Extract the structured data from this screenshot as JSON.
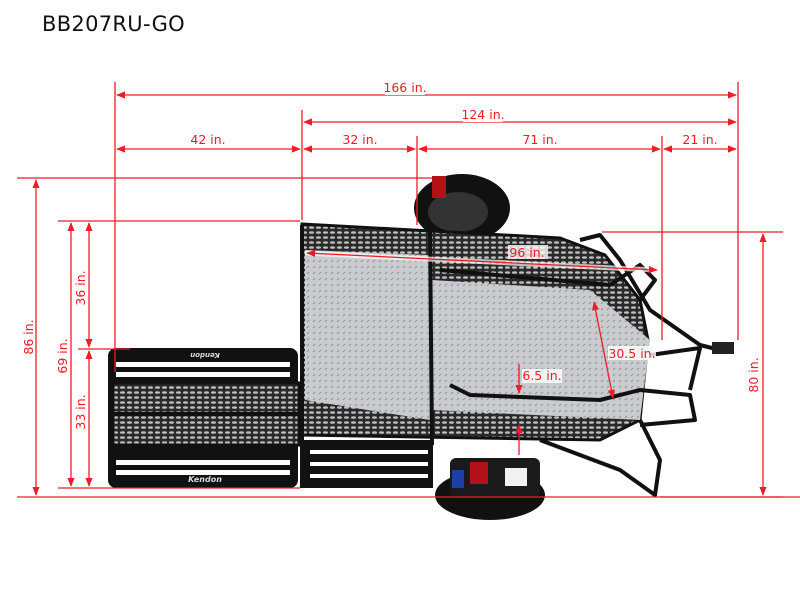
{
  "title": "BB207RU-GO",
  "dimensions": {
    "overall_length": "166 in.",
    "trailer_length": "124 in.",
    "ramp_extension": "42 in.",
    "rear_to_axle": "32 in.",
    "axle_to_front": "71 in.",
    "tongue": "21 in.",
    "deck_length": "96 in.",
    "overall_width": "86 in.",
    "ramp_width": "69 in.",
    "ramp_upper": "36 in.",
    "ramp_lower": "33 in.",
    "channel_width": "30.5 in.",
    "rail_height": "6.5 in.",
    "frame_width": "80 in."
  },
  "brand_logo": "Kendon",
  "colors": {
    "dimension": "#ee1c25"
  }
}
